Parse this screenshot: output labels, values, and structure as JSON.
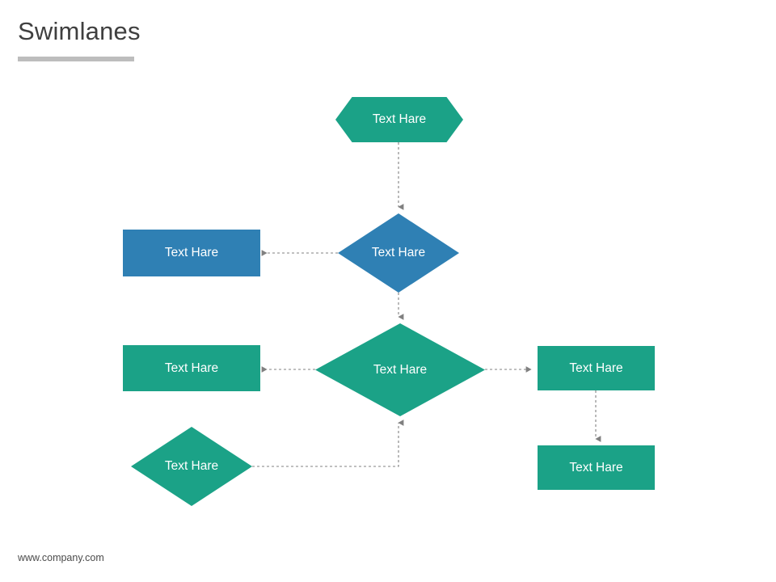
{
  "slide": {
    "title": "Swimlanes",
    "footer_url": "www.company.com"
  },
  "theme": {
    "teal": "#1ba287",
    "blue": "#2f80b4",
    "text_on_shape": "#ffffff",
    "title_color": "#3f3f3f",
    "underline_color": "#bdbdbd",
    "connector_color": "#808080",
    "background": "#ffffff"
  },
  "diagram": {
    "type": "flowchart",
    "nodes": [
      {
        "id": "top-hexagon",
        "label": "Text Hare",
        "shape": "hexagon",
        "color": "#1ba287"
      },
      {
        "id": "left-blue",
        "label": "Text Hare",
        "shape": "rectangle",
        "color": "#2f80b4"
      },
      {
        "id": "center-blue",
        "label": "Text Hare",
        "shape": "diamond",
        "color": "#2f80b4"
      },
      {
        "id": "left-teal",
        "label": "Text Hare",
        "shape": "rectangle",
        "color": "#1ba287"
      },
      {
        "id": "center-teal",
        "label": "Text Hare",
        "shape": "diamond",
        "color": "#1ba287"
      },
      {
        "id": "right-teal",
        "label": "Text Hare",
        "shape": "rectangle",
        "color": "#1ba287"
      },
      {
        "id": "bottom-teal",
        "label": "Text Hare",
        "shape": "diamond",
        "color": "#1ba287"
      },
      {
        "id": "bottom-right",
        "label": "Text Hare",
        "shape": "rectangle",
        "color": "#1ba287"
      }
    ],
    "connectors": [
      {
        "from": "top-hexagon",
        "to": "center-blue",
        "style": "dashed",
        "arrow": "down"
      },
      {
        "from": "center-blue",
        "to": "left-blue",
        "style": "dashed",
        "arrow": "left"
      },
      {
        "from": "center-blue",
        "to": "center-teal",
        "style": "dashed",
        "arrow": "down"
      },
      {
        "from": "center-teal",
        "to": "left-teal",
        "style": "dashed",
        "arrow": "left"
      },
      {
        "from": "center-teal",
        "to": "right-teal",
        "style": "dashed",
        "arrow": "right"
      },
      {
        "from": "right-teal",
        "to": "bottom-right",
        "style": "dashed",
        "arrow": "down"
      },
      {
        "from": "bottom-teal",
        "to": "center-teal",
        "style": "dashed",
        "arrow": "up"
      }
    ]
  }
}
